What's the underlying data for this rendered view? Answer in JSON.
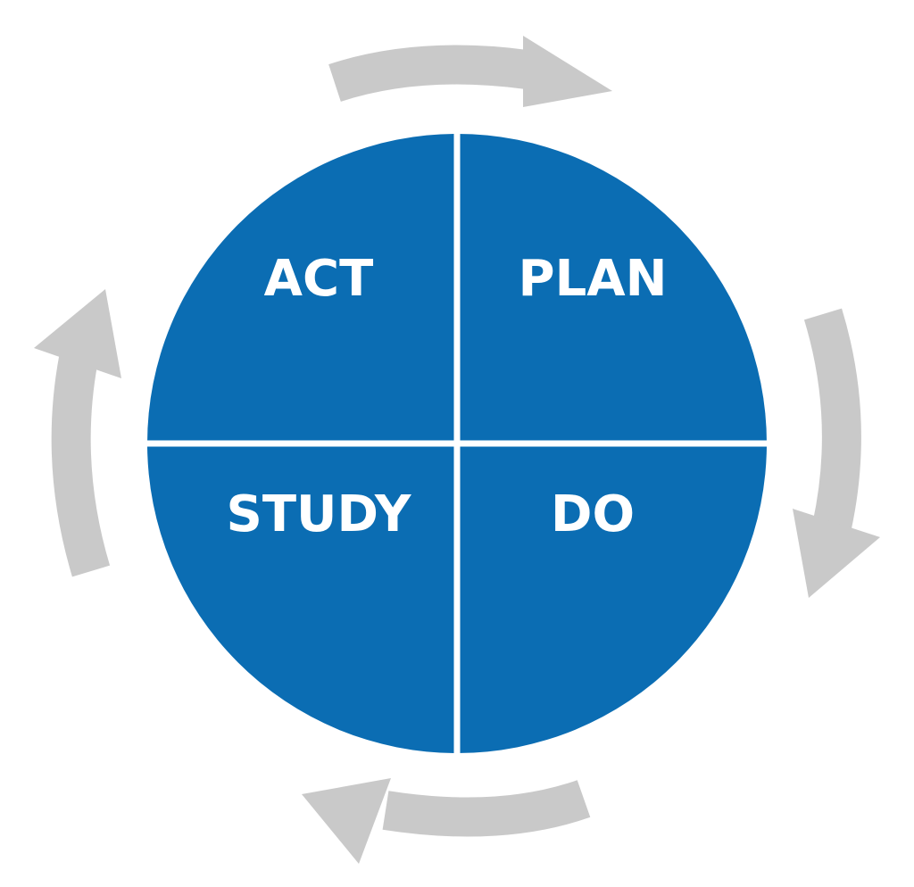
{
  "colors": {
    "circle_fill": "#0b6db3",
    "divider": "#ffffff",
    "label_text": "#ffffff",
    "arrow": "#c9c9c9",
    "background": "#ffffff"
  },
  "quadrants": {
    "plan": "PLAN",
    "do": "DO",
    "study": "STUDY",
    "act": "ACT"
  },
  "cycle": {
    "direction": "clockwise",
    "arrows": [
      "arrow-icon",
      "arrow-icon",
      "arrow-icon",
      "arrow-icon"
    ]
  }
}
